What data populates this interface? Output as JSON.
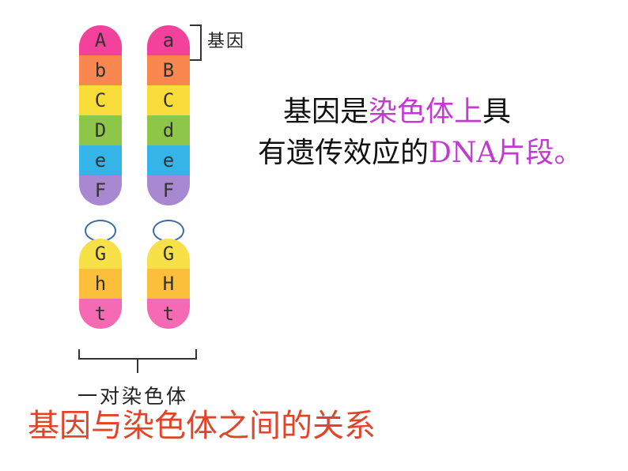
{
  "chromosome_left": {
    "upper": [
      "A",
      "b",
      "C",
      "D",
      "e",
      "F"
    ],
    "lower": [
      "G",
      "h",
      "t"
    ]
  },
  "chromosome_right": {
    "upper": [
      "a",
      "B",
      "C",
      "d",
      "e",
      "F"
    ],
    "lower": [
      "G",
      "H",
      "t"
    ]
  },
  "colors": {
    "upper": [
      "#f2429b",
      "#fa8650",
      "#f8dc3a",
      "#8ec64a",
      "#35b4e8",
      "#a888d0"
    ],
    "lower": [
      "#f8e048",
      "#fbbf3c",
      "#f66ab4"
    ]
  },
  "gene_label": "基因",
  "pair_label": "一对染色体",
  "definition": {
    "line1_prefix": "基因是",
    "line1_highlight": "染色体上",
    "line1_suffix": "具",
    "line2_prefix": "有遗传效应的",
    "line2_highlight": "DNA片段。"
  },
  "caption": "基因与染色体之间的关系"
}
